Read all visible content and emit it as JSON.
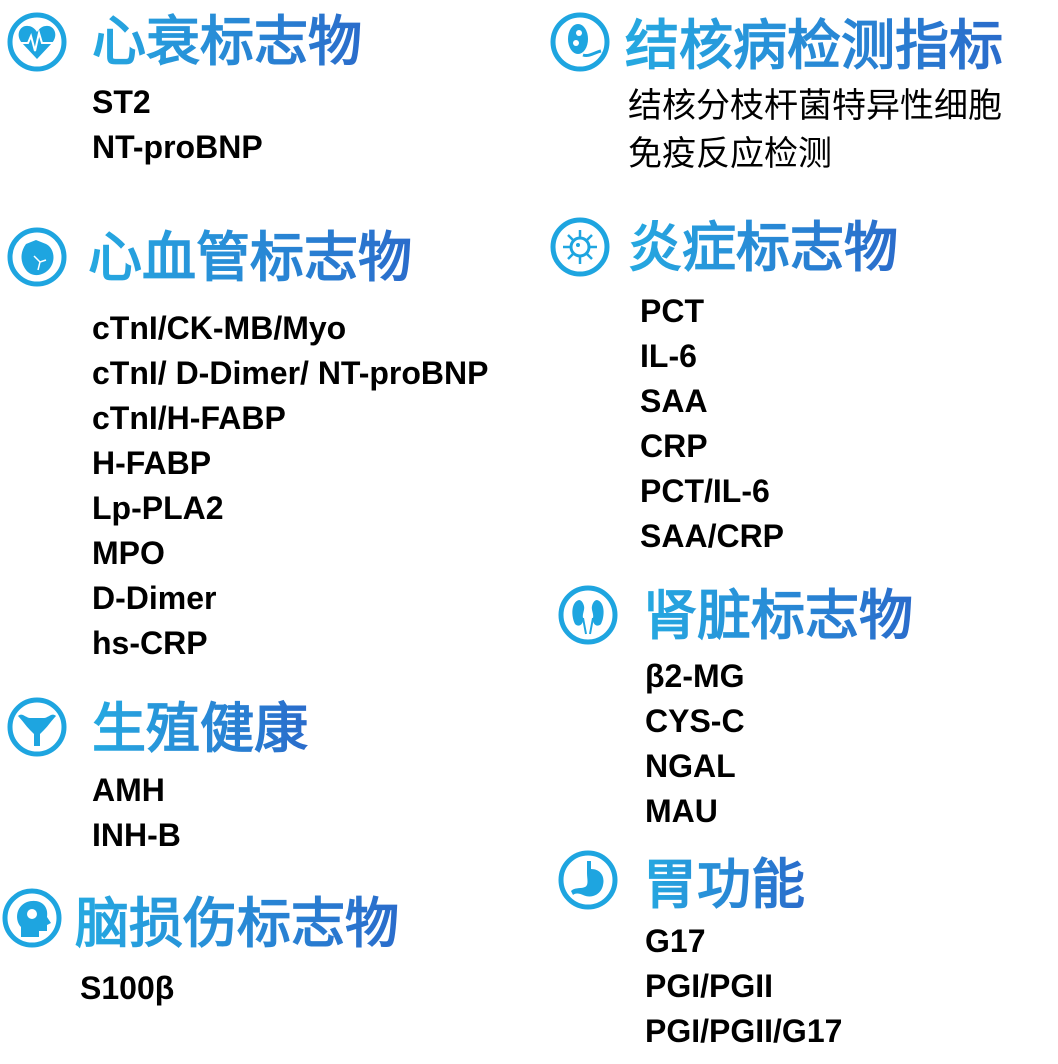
{
  "colors": {
    "icon": "#1ea5e0",
    "heading_start": "#26a9e1",
    "heading_end": "#2a6ccb",
    "text": "#000000"
  },
  "sections": {
    "heart_failure": {
      "icon": "heart-pulse-icon",
      "title": "心衰标志物",
      "items": [
        "ST2",
        "NT-proBNP"
      ]
    },
    "cardiovascular": {
      "icon": "anatomical-heart-icon",
      "title": "心血管标志物",
      "items": [
        "cTnI/CK-MB/Myo",
        "cTnI/ D-Dimer/ NT-proBNP",
        "cTnI/H-FABP",
        "H-FABP",
        "Lp-PLA2",
        "MPO",
        "D-Dimer",
        "hs-CRP"
      ]
    },
    "reproductive": {
      "icon": "uterus-icon",
      "title": "生殖健康",
      "items": [
        "AMH",
        "INH-B"
      ]
    },
    "brain_injury": {
      "icon": "head-brain-icon",
      "title": "脑损伤标志物",
      "items": [
        "S100β"
      ]
    },
    "tuberculosis": {
      "icon": "bacteria-icon",
      "title": "结核病检测指标",
      "items": [
        "结核分枝杆菌特异性细胞",
        "免疫反应检测"
      ]
    },
    "inflammation": {
      "icon": "virus-icon",
      "title": "炎症标志物",
      "items": [
        "PCT",
        "IL-6",
        "SAA",
        "CRP",
        "PCT/IL-6",
        "SAA/CRP"
      ]
    },
    "kidney": {
      "icon": "kidneys-icon",
      "title": "肾脏标志物",
      "items": [
        "β2-MG",
        "CYS-C",
        "NGAL",
        "MAU"
      ]
    },
    "stomach": {
      "icon": "stomach-icon",
      "title": "胃功能",
      "items": [
        "G17",
        "PGI/PGII",
        "PGI/PGII/G17"
      ]
    }
  }
}
